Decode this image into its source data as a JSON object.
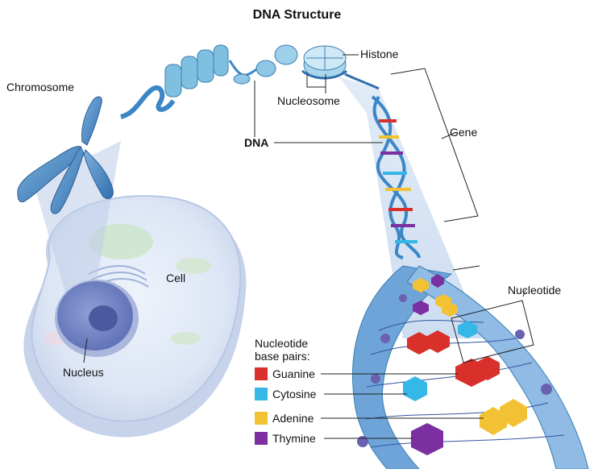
{
  "title": "DNA Structure",
  "labels": {
    "chromosome": "Chromosome",
    "histone": "Histone",
    "nucleosome": "Nucleosome",
    "dna": "DNA",
    "gene": "Gene",
    "cell": "Cell",
    "nucleus": "Nucleus",
    "nucleotide": "Nucleotide"
  },
  "legend": {
    "title_line1": "Nucleotide",
    "title_line2": "base pairs:",
    "items": [
      {
        "label": "Guanine",
        "color": "#d9302b"
      },
      {
        "label": "Cytosine",
        "color": "#35b7e8"
      },
      {
        "label": "Adenine",
        "color": "#f2c234"
      },
      {
        "label": "Thymine",
        "color": "#7b2fa0"
      }
    ]
  }
}
